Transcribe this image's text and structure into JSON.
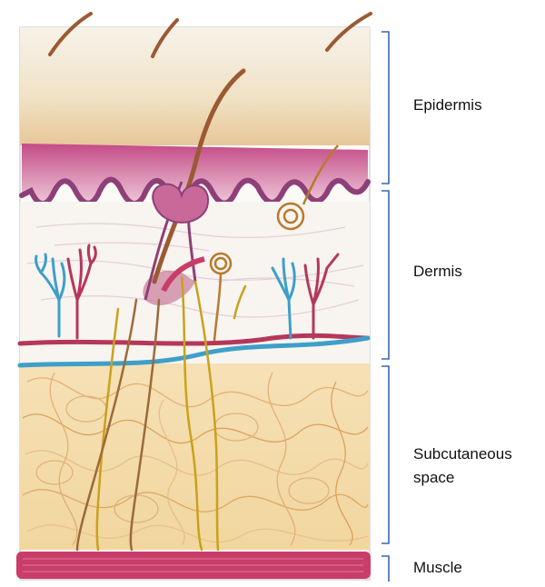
{
  "labels": {
    "epidermis": "Epidermis",
    "dermis": "Dermis",
    "subcutaneous": "Subcutaneous\nspace",
    "muscle": "Muscle"
  },
  "colors": {
    "epidermis_band": "#d98bb0",
    "basal_wave": "#8f3f78",
    "hair": "#9b5a32",
    "artery": "#b5375a",
    "vein": "#3e9fc8",
    "nerve": "#c9a21c",
    "fat_strands": "#e3b06e",
    "muscle": "#c83d6a",
    "bracket": "#3a66b0"
  }
}
